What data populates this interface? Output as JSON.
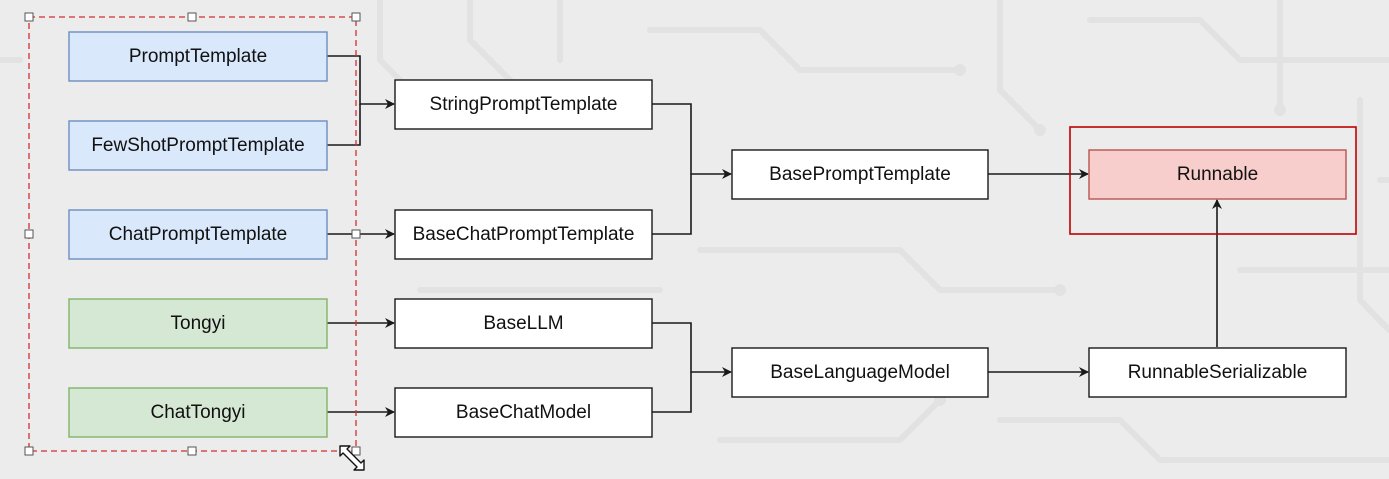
{
  "colors": {
    "blue_fill": "#dae8fc",
    "blue_stroke": "#6c8ebf",
    "green_fill": "#d5e8d4",
    "green_stroke": "#82b366",
    "red_fill": "#f8cecc",
    "red_stroke": "#b85450",
    "group_frame": "#c00000",
    "selection": "#d32f2f"
  },
  "nodes": {
    "prompt_template": "PromptTemplate",
    "few_shot_prompt_template": "FewShotPromptTemplate",
    "chat_prompt_template": "ChatPromptTemplate",
    "tongyi": "Tongyi",
    "chat_tongyi": "ChatTongyi",
    "string_prompt_template": "StringPromptTemplate",
    "base_chat_prompt_template": "BaseChatPromptTemplate",
    "base_llm": "BaseLLM",
    "base_chat_model": "BaseChatModel",
    "base_prompt_template": "BasePromptTemplate",
    "base_language_model": "BaseLanguageModel",
    "runnable_serializable": "RunnableSerializable",
    "runnable": "Runnable"
  },
  "icons": {
    "resize": "resize-diagonal-icon",
    "handle": "selection-handle-icon"
  }
}
